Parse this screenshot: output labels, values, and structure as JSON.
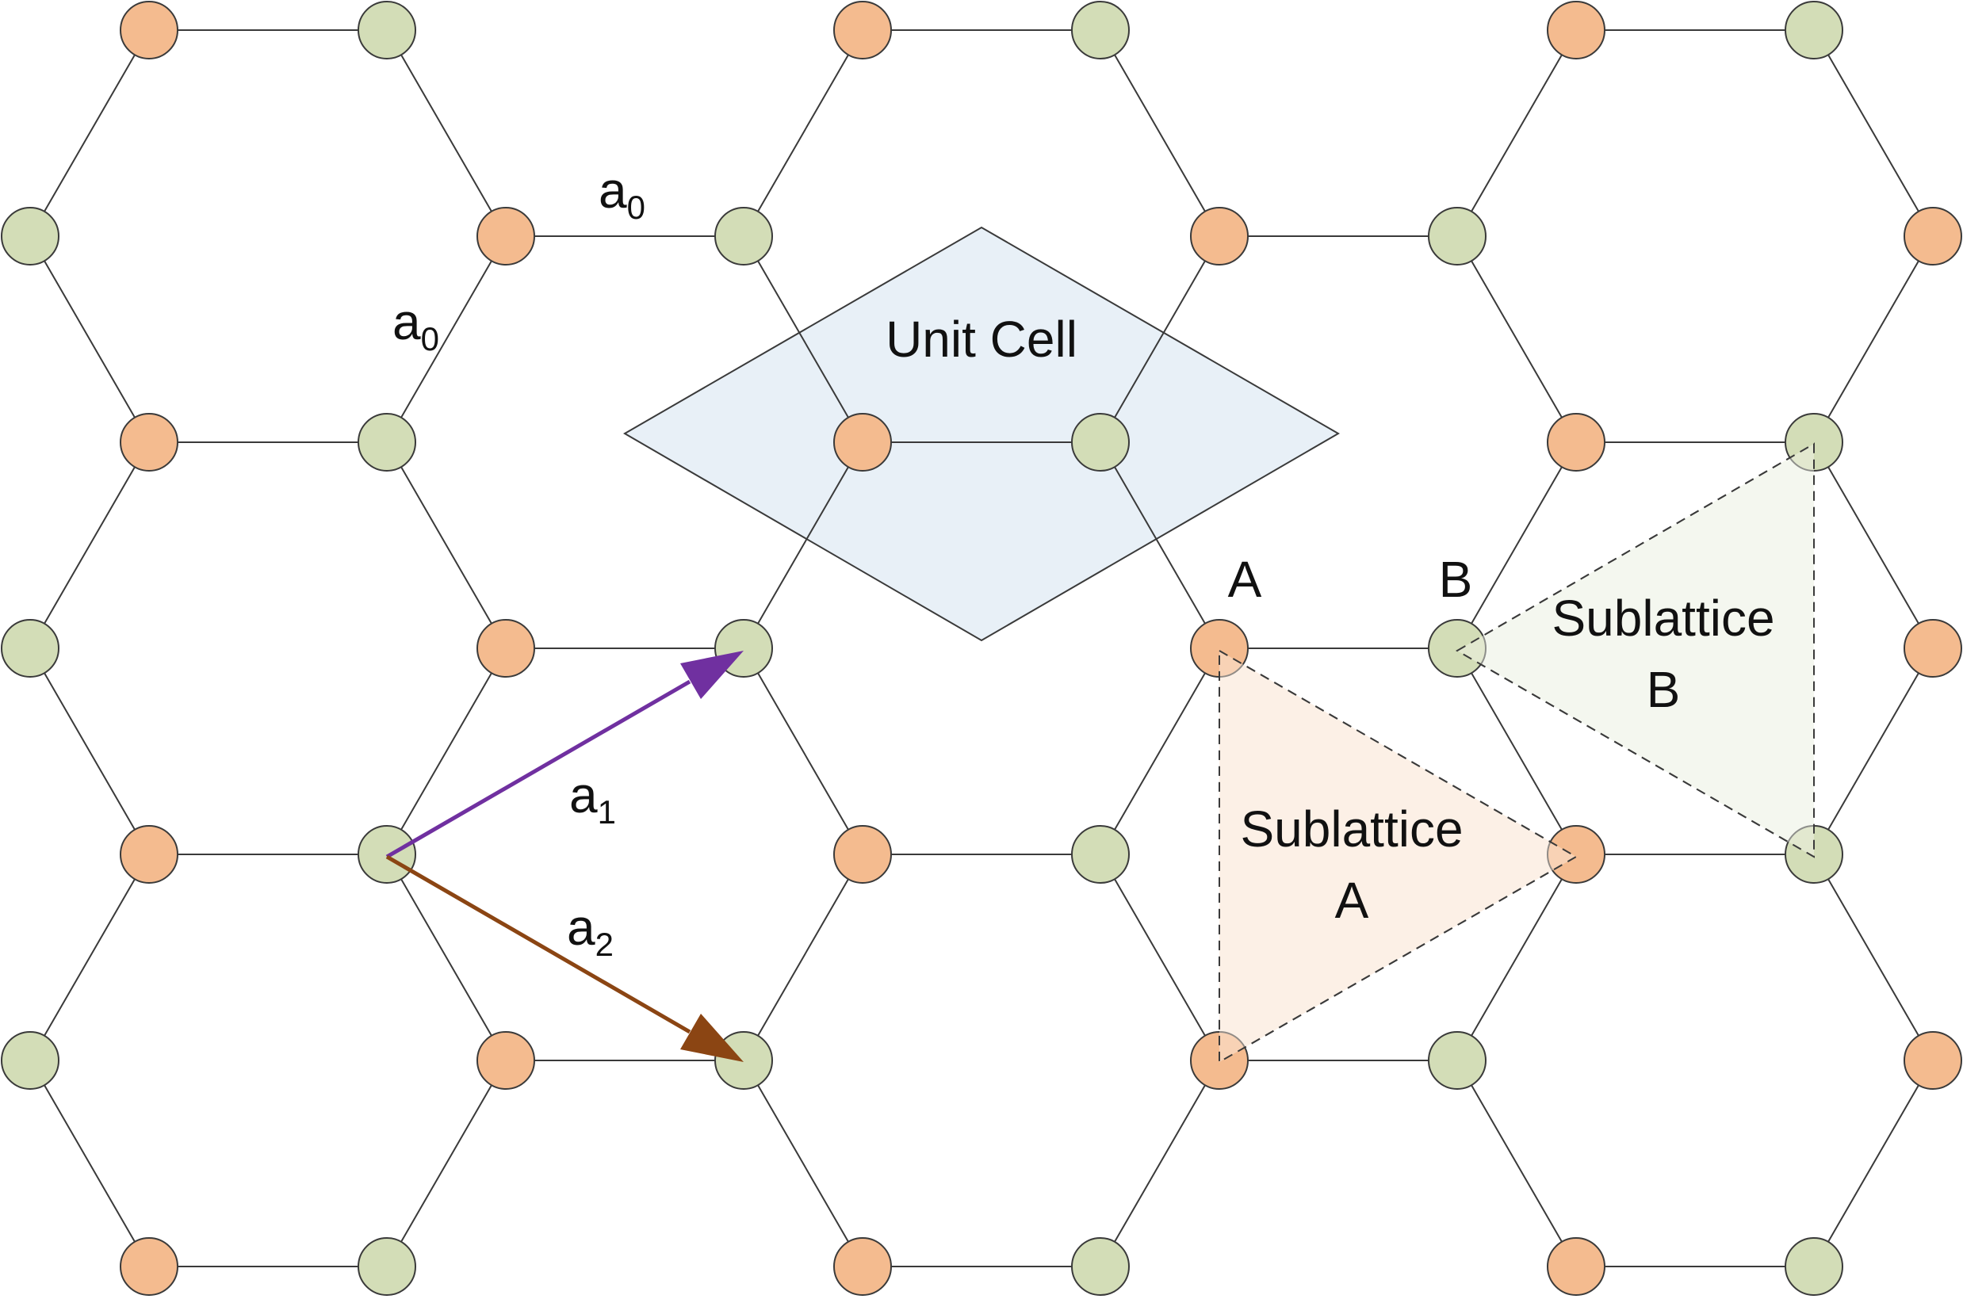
{
  "diagram": {
    "unit_cell_label": "Unit Cell",
    "site_a_label": "A",
    "site_b_label": "B",
    "sublattice_a": {
      "line1": "Sublattice",
      "line2": "A"
    },
    "sublattice_b": {
      "line1": "Sublattice",
      "line2": "B"
    },
    "bond_length_label": {
      "base": "a",
      "sub": "0"
    },
    "vector_1_label": {
      "base": "a",
      "sub": "1"
    },
    "vector_2_label": {
      "base": "a",
      "sub": "2"
    }
  },
  "colors": {
    "sublattice_a_atom": "#f4bb8f",
    "sublattice_b_atom": "#d3ddb7",
    "unit_cell_fill": "#e8f0f7",
    "sublattice_a_fill": "#fcefe4",
    "sublattice_b_fill": "#f3f6ee",
    "bond": "#3a3a3a",
    "vector_1": "#7030a0",
    "vector_2": "#8b4513"
  }
}
